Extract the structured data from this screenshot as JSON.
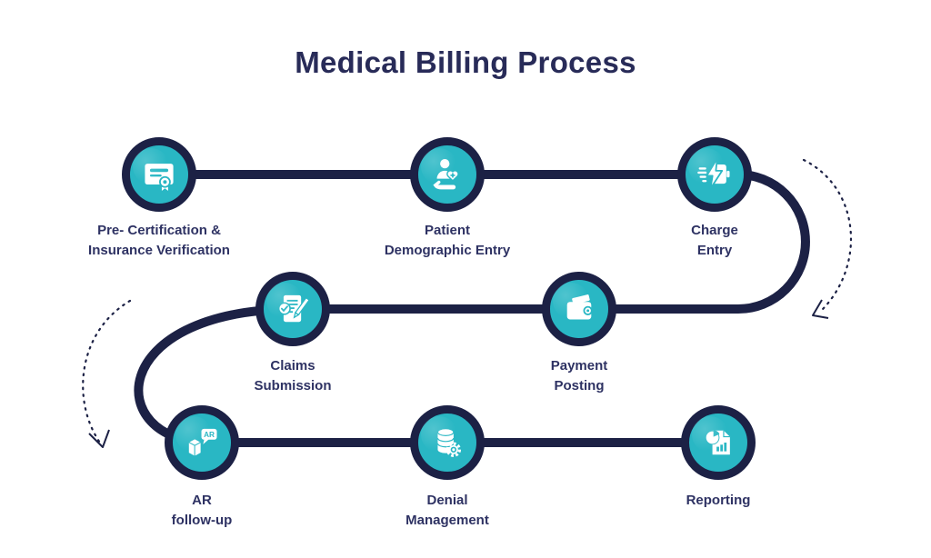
{
  "title": "Medical Billing Process",
  "colors": {
    "navy_line": "#1c2145",
    "teal_circle": "#29b7c4",
    "title_text": "#282b58",
    "label_text": "#2e3263",
    "background": "#ffffff"
  },
  "steps": [
    {
      "id": "pre-certification",
      "label_line1": "Pre- Certification &",
      "label_line2": "Insurance Verification",
      "icon": "certificate-icon"
    },
    {
      "id": "patient-demographic-entry",
      "label_line1": "Patient",
      "label_line2": "Demographic Entry",
      "icon": "patient-care-icon"
    },
    {
      "id": "charge-entry",
      "label_line1": "Charge",
      "label_line2": "Entry",
      "icon": "charge-battery-icon"
    },
    {
      "id": "claims-submission",
      "label_line1": "Claims",
      "label_line2": "Submission",
      "icon": "claim-document-icon"
    },
    {
      "id": "payment-posting",
      "label_line1": "Payment",
      "label_line2": "Posting",
      "icon": "wallet-icon"
    },
    {
      "id": "ar-follow-up",
      "label_line1": "AR",
      "label_line2": "follow-up",
      "icon": "ar-box-icon"
    },
    {
      "id": "denial-management",
      "label_line1": "Denial",
      "label_line2": "Management",
      "icon": "database-gear-icon"
    },
    {
      "id": "reporting",
      "label_line1": "Reporting",
      "label_line2": "",
      "icon": "report-chart-icon"
    }
  ],
  "ar_badge_text": "AR"
}
